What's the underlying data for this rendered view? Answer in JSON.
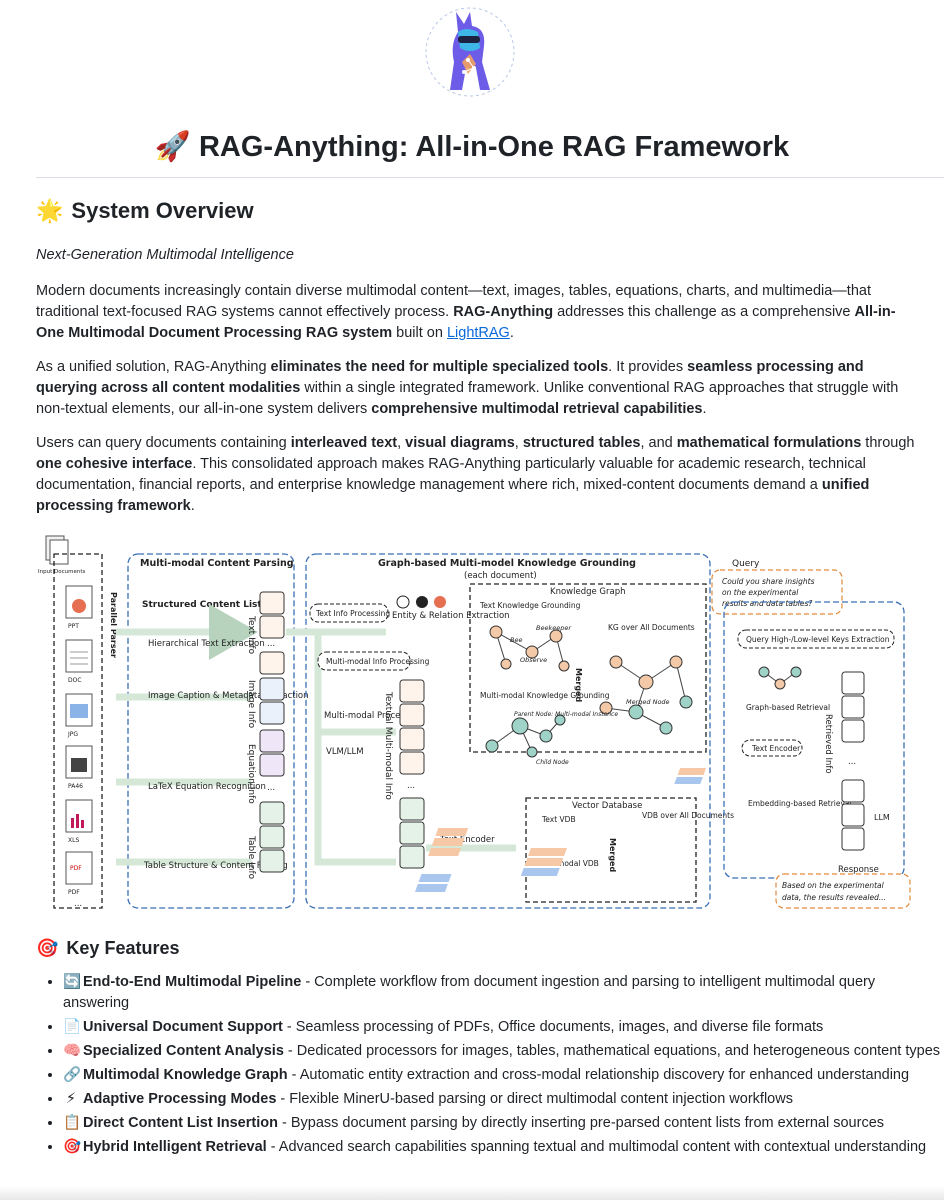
{
  "title": "RAG-Anything: All-in-One RAG Framework",
  "title_emoji": "🚀",
  "overview": {
    "emoji": "🌟",
    "heading": "System Overview",
    "tagline": "Next-Generation Multimodal Intelligence",
    "p1": {
      "a": "Modern documents increasingly contain diverse multimodal content—text, images, tables, equations, charts, and multimedia—that traditional text-focused RAG systems cannot effectively process. ",
      "b1": "RAG-Anything",
      "c": " addresses this challenge as a comprehensive ",
      "b2": "All-in-One Multimodal Document Processing RAG system",
      "d": " built on ",
      "link": "LightRAG",
      "e": "."
    },
    "p2": {
      "a": "As a unified solution, RAG-Anything ",
      "b1": "eliminates the need for multiple specialized tools",
      "c": ". It provides ",
      "b2": "seamless processing and querying across all content modalities",
      "d": " within a single integrated framework. Unlike conventional RAG approaches that struggle with non-textual elements, our all-in-one system delivers ",
      "b3": "comprehensive multimodal retrieval capabilities",
      "e": "."
    },
    "p3": {
      "a": "Users can query documents containing ",
      "b1": "interleaved text",
      "s1": ", ",
      "b2": "visual diagrams",
      "s2": ", ",
      "b3": "structured tables",
      "s3": ", and ",
      "b4": "mathematical formulations",
      "s4": " through ",
      "b5": "one cohesive interface",
      "c": ". This consolidated approach makes RAG-Anything particularly valuable for academic research, technical documentation, financial reports, and enterprise knowledge management where rich, mixed-content documents demand a ",
      "b6": "unified processing framework",
      "e": "."
    }
  },
  "diagram": {
    "input_documents": "Input Documents",
    "parallel_parser": "Parallel Parser",
    "doc_types": [
      "PPT",
      "DOC",
      "JPG",
      "PA46",
      "XLS",
      "PDF"
    ],
    "more": "...",
    "parsing_title": "Multi-modal Content Parsing",
    "structured_list": "Structured Content List",
    "parsing_items": [
      "Hierarchical Text Extraction",
      "Image Caption & Metadata Extraction",
      "LaTeX Equation Recognition",
      "Table Structure & Content Parsing"
    ],
    "info_labels": [
      "Text Info",
      "Image Info",
      "Equation Info",
      "Table Info"
    ],
    "grounding_title": "Graph-based Multi-model Knowledge Grounding",
    "grounding_subtitle": "(each document)",
    "text_info_processing": "Text Info Processing",
    "entity_extraction": "Entity & Relation Extraction",
    "knowledge_graph": "Knowledge Graph",
    "text_grounding": "Text Knowledge Grounding",
    "kg_nodes": [
      "Bee",
      "Beekeeper",
      "Observe"
    ],
    "kg_all": "KG over All Documents",
    "mm_grounding": "Multi-modal Knowledge Grounding",
    "parent_node": "Parent Node: Multi-modal Instance",
    "child_node": "Child Node",
    "merged_node": "Merged Node",
    "merged": "Merged",
    "mm_info_processing": "Multi-modal Info Processing",
    "mm_processors": "Multi-modal Processors",
    "vlm_llm": "VLM/LLM",
    "textual_mm_info": "Textual Multi-modal Info",
    "text_encoder": "Text Encoder",
    "vector_db": "Vector Database",
    "text_vdb": "Text VDB",
    "mm_vdb": "Multi-modal VDB",
    "vdb_all": "VDB over All Documents",
    "query": "Query",
    "query_text": "Could you share insights on the experimental results and data tables?",
    "keys_extraction": "Query High-/Low-level Keys Extraction",
    "graph_retrieval": "Graph-based Retrieval",
    "text_encoder_r": "Text Encoder",
    "embedding_retrieval": "Embedding-based Retrieval",
    "retrieved_info": "Retrieved Info",
    "llm": "LLM",
    "response": "Response",
    "response_text": "Based on the experimental data, the results revealed..."
  },
  "features": {
    "emoji": "🎯",
    "heading": "Key Features",
    "items": [
      {
        "emoji": "🔄",
        "title": "End-to-End Multimodal Pipeline",
        "desc": " - Complete workflow from document ingestion and parsing to intelligent multimodal query answering"
      },
      {
        "emoji": "📄",
        "title": "Universal Document Support",
        "desc": " - Seamless processing of PDFs, Office documents, images, and diverse file formats"
      },
      {
        "emoji": "🧠",
        "title": "Specialized Content Analysis",
        "desc": " - Dedicated processors for images, tables, mathematical equations, and heterogeneous content types"
      },
      {
        "emoji": "🔗",
        "title": "Multimodal Knowledge Graph",
        "desc": " - Automatic entity extraction and cross-modal relationship discovery for enhanced understanding"
      },
      {
        "emoji": "⚡",
        "title": "Adaptive Processing Modes",
        "desc": " - Flexible MinerU-based parsing or direct multimodal content injection workflows"
      },
      {
        "emoji": "📋",
        "title": "Direct Content List Insertion",
        "desc": " - Bypass document parsing by directly inserting pre-parsed content lists from external sources"
      },
      {
        "emoji": "🎯",
        "title": "Hybrid Intelligent Retrieval",
        "desc": " - Advanced search capabilities spanning textual and multimodal content with contextual understanding"
      }
    ]
  },
  "colors": {
    "link": "#0969da",
    "text": "#1f2328",
    "rule": "#d8dee4",
    "diagram_blue": "#3b6fb6",
    "diagram_orange": "#e08a3c"
  }
}
